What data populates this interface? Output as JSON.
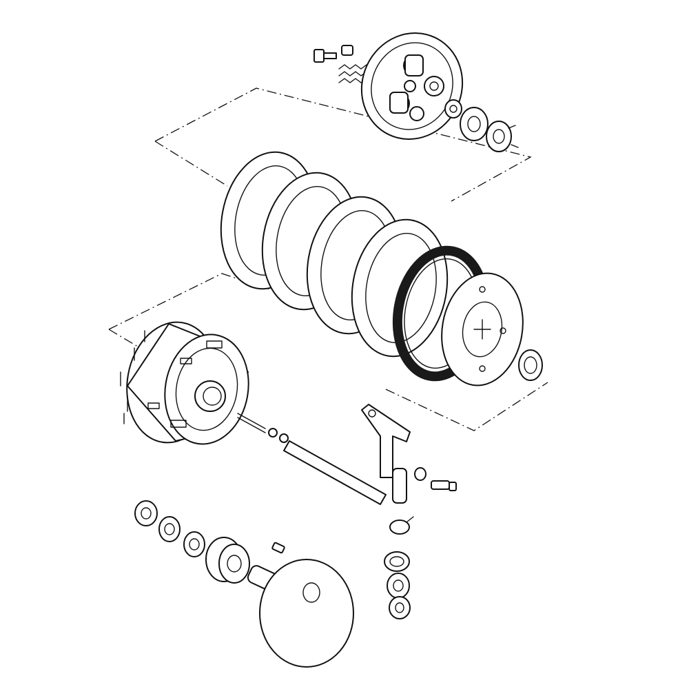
{
  "figure": {
    "type": "exploded-parts-diagram",
    "subject": "clutch-assembly",
    "line_color": "#111111",
    "background": "#ffffff",
    "friction_color": "#1a1a1a"
  },
  "parts": [
    "pressure-plate",
    "clutch-springs",
    "spring-bolts",
    "nut",
    "bearing",
    "lock-washer",
    "steel-plates",
    "friction-plates",
    "clutch-hub",
    "circlip",
    "clutch-basket",
    "push-rod",
    "release-lever",
    "bolt",
    "return-spring",
    "oil-seal",
    "needle-bearings",
    "primary-drive-gear",
    "key",
    "crankshaft-flywheel"
  ]
}
